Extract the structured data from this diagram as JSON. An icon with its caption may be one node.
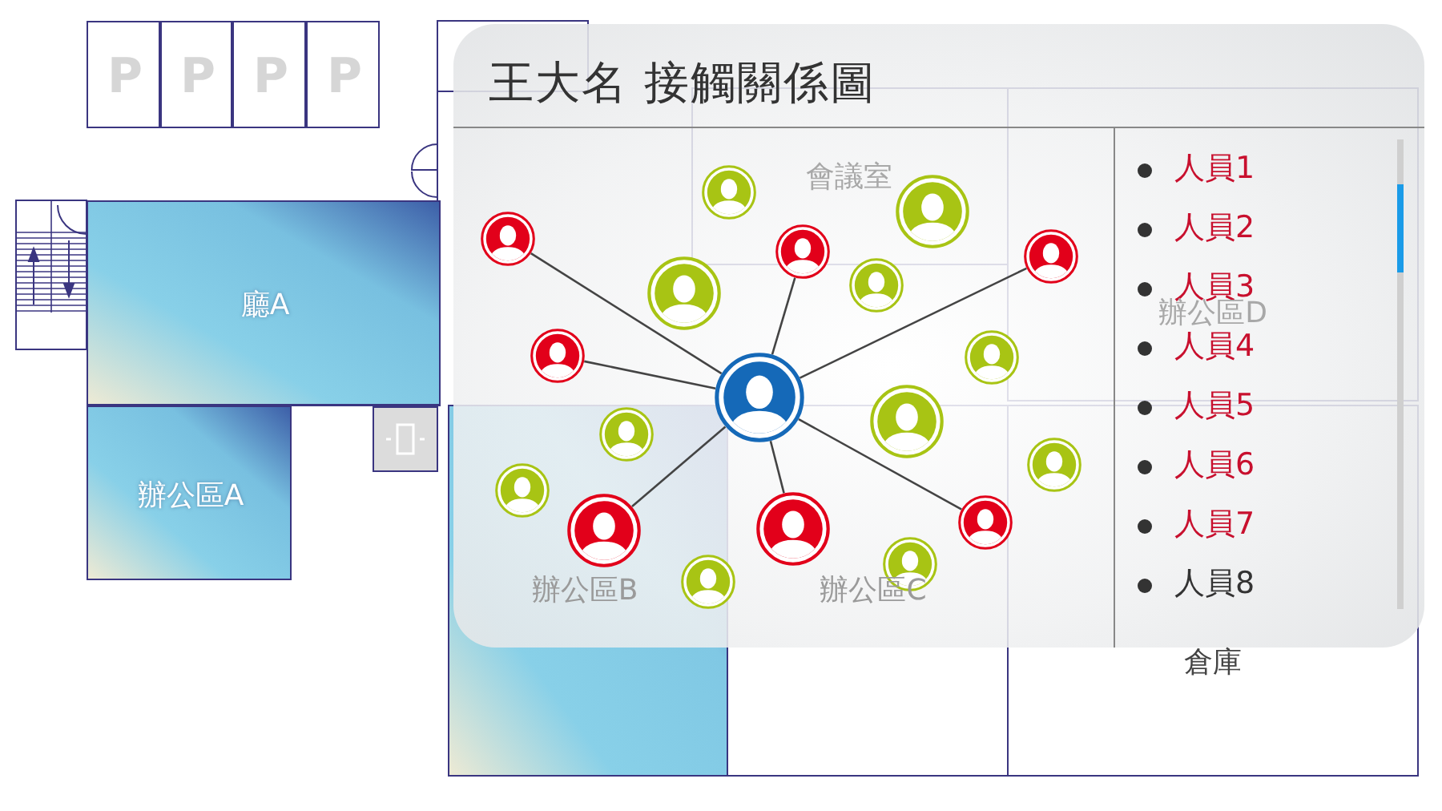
{
  "diagram": {
    "nodes": [
      {
        "text": [
          "P"
        ]
      },
      {
        "text": [
          "P"
        ]
      },
      {
        "text": [
          "P"
        ]
      },
      {
        "text": [
          "P"
        ]
      },
      {
        "text": [
          "王大名 接觸關係圖"
        ]
      },
      {
        "text": [],
        "shape": "person",
        "in": 4
      },
      {
        "text": [],
        "shape": "person",
        "in": 4
      },
      {
        "text": [],
        "shape": "person",
        "in": 4
      },
      {
        "text": [],
        "shape": "person",
        "in": 4
      },
      {
        "text": [],
        "shape": "person",
        "in": 4
      },
      {
        "text": [],
        "shape": "person",
        "in": 4
      },
      {
        "text": [],
        "shape": "person",
        "in": 4
      },
      {
        "text": [],
        "shape": "person",
        "in": 4
      },
      {
        "text": [],
        "shape": "person",
        "in": 4
      },
      {
        "text": [],
        "shape": "person",
        "in": 4
      },
      {
        "text": [],
        "shape": "person",
        "in": 4
      },
      {
        "text": [],
        "shape": "person",
        "in": 4
      },
      {
        "text": [],
        "shape": "person",
        "in": 4
      },
      {
        "text": [],
        "shape": "person",
        "in": 4
      },
      {
        "text": [],
        "shape": "person",
        "in": 4
      },
      {
        "text": [],
        "shape": "person",
        "in": 4
      },
      {
        "text": [],
        "shape": "person",
        "in": 4
      },
      {
        "text": [],
        "shape": "person",
        "in": 4
      },
      {
        "text": [],
        "shape": "person",
        "in": 4
      },
      {
        "text": [
          "廳A"
        ]
      },
      {
        "text": [
          "辦公區A"
        ]
      }
    ],
    "edges": [
      {
        "from": 14,
        "to": 7,
        "arrow": "none"
      },
      {
        "from": 14,
        "to": 8,
        "arrow": "none"
      },
      {
        "from": 14,
        "to": 9,
        "arrow": "none"
      },
      {
        "from": 14,
        "to": 12,
        "arrow": "none"
      },
      {
        "from": 14,
        "to": 19,
        "arrow": "none"
      },
      {
        "from": 14,
        "to": 20,
        "arrow": "none"
      },
      {
        "from": 14,
        "to": 21,
        "arrow": "none"
      }
    ],
    "labels": [
      "會議室",
      "辦公區D",
      "辦公區B",
      "辦公區C",
      "倉庫",
      "人員1",
      "人員2",
      "人員3",
      "人員4",
      "人員5",
      "人員6",
      "人員7",
      "人員8"
    ]
  }
}
